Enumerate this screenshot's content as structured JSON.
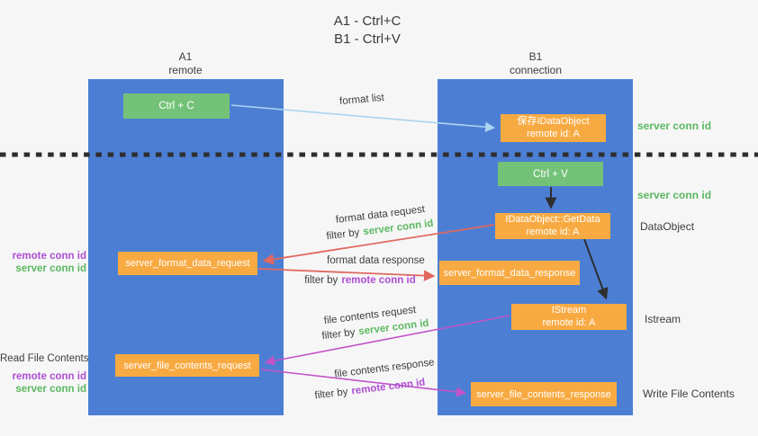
{
  "title": {
    "line1": "A1 - Ctrl+C",
    "line2": "B1 - Ctrl+V"
  },
  "columns": {
    "left": {
      "header_line1": "A1",
      "header_line2": "remote"
    },
    "right": {
      "header_line1": "B1",
      "header_line2": "connection"
    }
  },
  "nodes": {
    "ctrl_c": "Ctrl + C",
    "ctrl_v": "Ctrl + V",
    "save_dataobject": {
      "line1": "保存IDataObject",
      "line2": "remote id: A"
    },
    "getdata": {
      "line1": "IDataObject::GetData",
      "line2": "remote id: A"
    },
    "istream": {
      "line1": "IStream",
      "line2": "remote id: A"
    },
    "format_request": "server_format_data_request",
    "format_response": "server_format_data_response",
    "file_request": "server_file_contents_request",
    "file_response": "server_file_contents_response"
  },
  "labels": {
    "format_list": "format list",
    "format_data_request": "format data request",
    "format_data_response": "format data response",
    "file_contents_request": "file contents request",
    "file_contents_response": "file contents response",
    "filter_by": "filter by",
    "server_conn_id": "server conn id",
    "remote_conn_id": "remote conn id",
    "dataobject": "DataObject",
    "istream": "Istream",
    "read_file_contents": "Read File Contents",
    "write_file_contents": "Write File Contents"
  },
  "colors": {
    "background": "#f6f6f7",
    "column_blue": "#4c7fd4",
    "box_green": "#74c278",
    "box_orange": "#f8aa42",
    "text_green": "#5cb860",
    "text_purple": "#ae4ed2",
    "arrow_red": "#e0685f",
    "arrow_magenta": "#c253c8",
    "arrow_lightblue": "#aad4f0",
    "arrow_black": "#2e2e2e",
    "text_dark": "#3d3d3d"
  }
}
